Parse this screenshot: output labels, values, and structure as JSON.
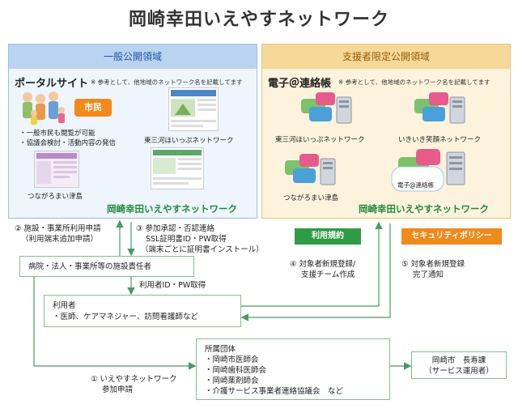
{
  "title": "岡崎幸田いえやすネットワーク",
  "left_panel": {
    "header": "一般公開領域",
    "title": "ポータルサイト",
    "note": "※ 参考として、他地域のネットワーク名を記載してます",
    "badge": "市民",
    "bullets": [
      "・一般市民も閲覧が可能",
      "・協議会検討・活動内容の発信"
    ],
    "sites": [
      "東三河ほいっぷネットワーク",
      "つながろまい津島"
    ],
    "brand": "岡崎幸田いえやすネットワーク"
  },
  "right_panel": {
    "header": "支援者限定公開領域",
    "title": "電子＠連絡帳",
    "note": "※ 参考として、他地域のネットワーク名を記載してます",
    "sites": [
      "東三河ほいっぷネットワーク",
      "いきいき笑顔ネットワーク",
      "つながろまい津島"
    ],
    "server_label": "電子@連絡帳",
    "brand": "岡崎幸田いえやすネットワーク"
  },
  "steps": {
    "s1": [
      "① いえやすネットワーク",
      "参加申請"
    ],
    "s2": [
      "② 施設・事業所利用申請",
      "（利用端末追加申請）"
    ],
    "s3": [
      "③ 参加承認・否認連絡",
      "SSL証明書ID・PW取得",
      "（端末ごとに証明書インストール）"
    ],
    "s4": [
      "④ 対象者新規登録/",
      "支援チーム作成"
    ],
    "s5": [
      "⑤ 対象者新規登録",
      "完了通知"
    ],
    "userid": "利用者ID・PW取得"
  },
  "badges": {
    "terms": "利用規約",
    "security": "セキュリティポリシー"
  },
  "boxes": {
    "facility": "病院・法人・事業所等の施設責任者",
    "users_title": "利用者",
    "users_detail": "・医師、ケアマネジャー、訪問看護師など",
    "org_title": "所属団体",
    "org_items": [
      "・岡崎市医師会",
      "・岡崎歯科医師会",
      "・岡崎薬剤師会",
      "・介護サービス事業者連絡協議会　など"
    ],
    "city_title": "岡崎市　長寿課",
    "city_sub": "（サービス運用者）"
  }
}
